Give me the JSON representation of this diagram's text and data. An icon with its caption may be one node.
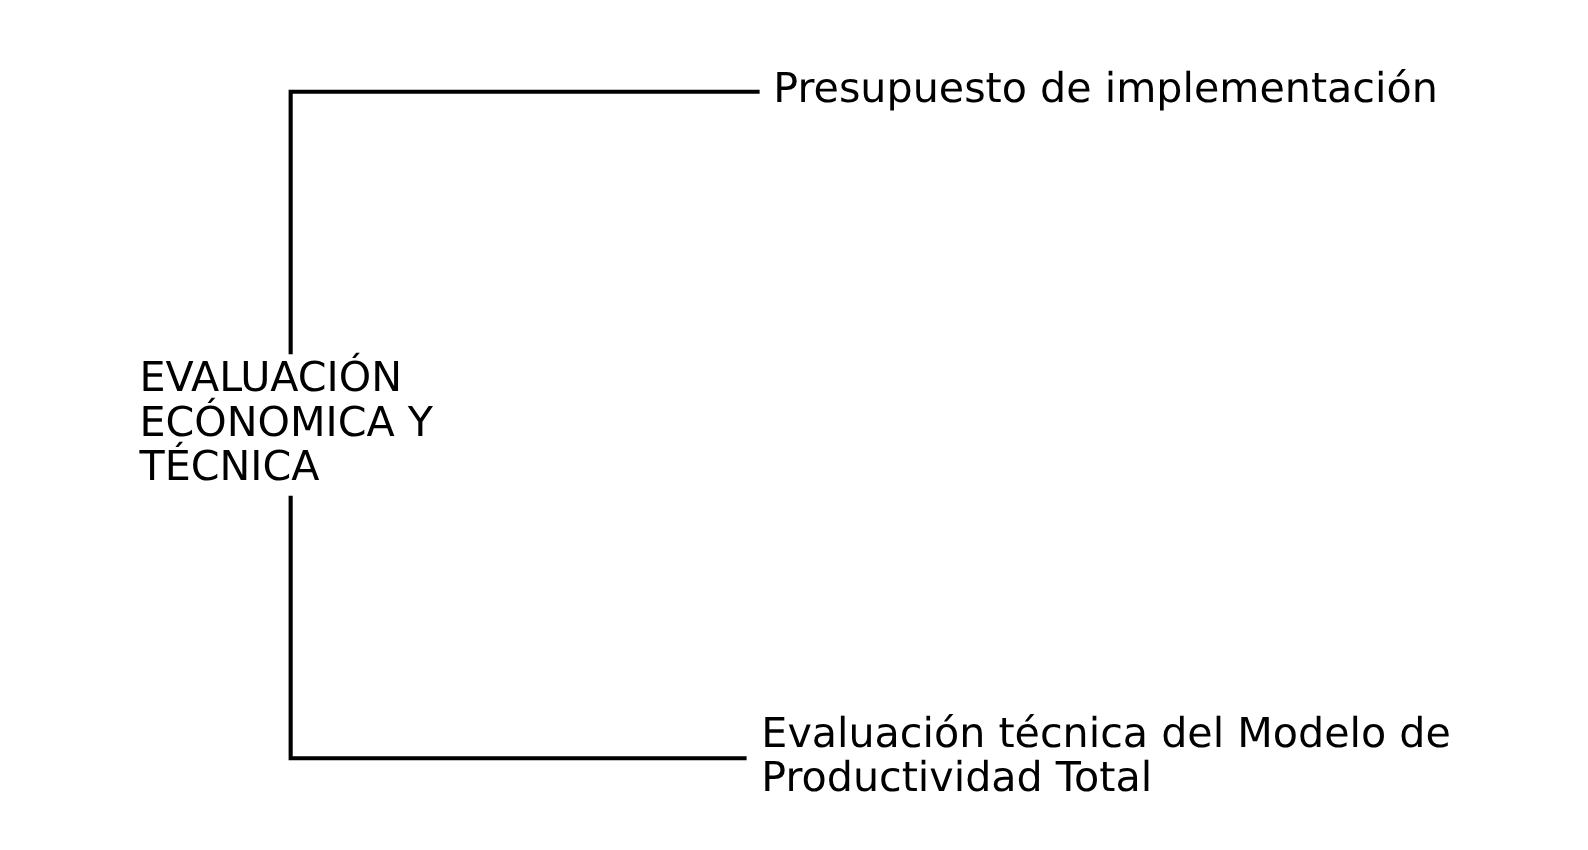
{
  "diagram": {
    "nodes": [
      {
        "text": [
          "EVALUACIÓN ECÓNOMICA Y TÉCNICA"
        ]
      },
      {
        "text": [
          "Presupuesto de implementación"
        ]
      },
      {
        "text": [
          "Evaluación técnica del Modelo de Productividad Total"
        ]
      }
    ],
    "edges": [
      {
        "from": 0,
        "to": 1,
        "arrow": "none"
      },
      {
        "from": 0,
        "to": 2,
        "arrow": "none"
      }
    ]
  }
}
